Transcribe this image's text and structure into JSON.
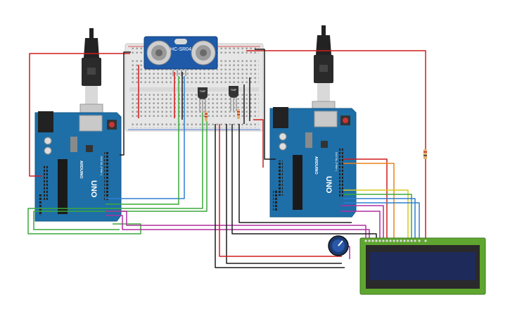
{
  "sensor": {
    "label": "HC-SR04"
  },
  "arduino_left": {
    "brand": "ARDUINO",
    "model": "UNO",
    "digital": "DIGITAL (PWM~)",
    "analog": "ANALOG IN",
    "power": "POWER"
  },
  "arduino_right": {
    "brand": "ARDUINO",
    "model": "UNO",
    "digital": "DIGITAL (PWM~)",
    "analog": "ANALOG IN",
    "power": "POWER"
  },
  "tmp_left": {
    "label": "TMP"
  },
  "tmp_right": {
    "label": "TMP"
  },
  "colors": {
    "board": "#1e6fa8",
    "wire_red": "#d11b1b",
    "wire_black": "#1b1b1b",
    "wire_green": "#3aa83a",
    "wire_blue": "#2f7fd0",
    "wire_purple": "#b02fa0",
    "wire_orange": "#e8821c",
    "wire_yellow": "#d8c81a",
    "lcd_frame": "#5fa630",
    "lcd_screen": "#1e2a5a"
  }
}
